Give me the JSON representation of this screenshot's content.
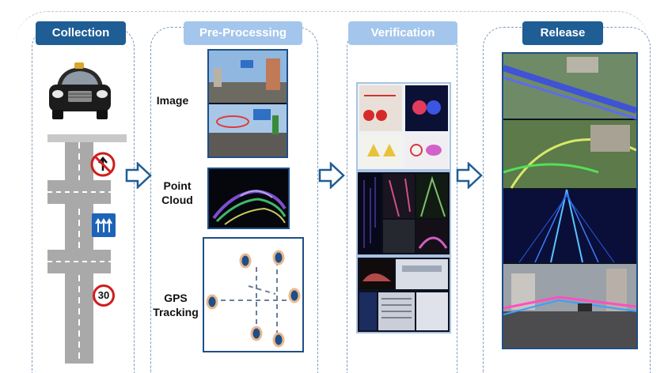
{
  "stages": {
    "collection": {
      "label": "Collection"
    },
    "preprocessing": {
      "label": "Pre-Processing",
      "items": [
        "Image",
        "Point\nCloud",
        "GPS\nTracking"
      ]
    },
    "verification": {
      "label": "Verification"
    },
    "release": {
      "label": "Release"
    }
  },
  "signs": {
    "speed_limit": "30"
  },
  "colors": {
    "dark_tag": "#1f5d95",
    "light_tag": "#a5c6ec",
    "arrow": "#1f5d95",
    "gps_point": "#1f4f86"
  },
  "icons": [
    "car-icon",
    "no-left-turn-sign-icon",
    "lane-sign-icon",
    "speed-limit-sign-icon",
    "flow-arrow-icon"
  ]
}
